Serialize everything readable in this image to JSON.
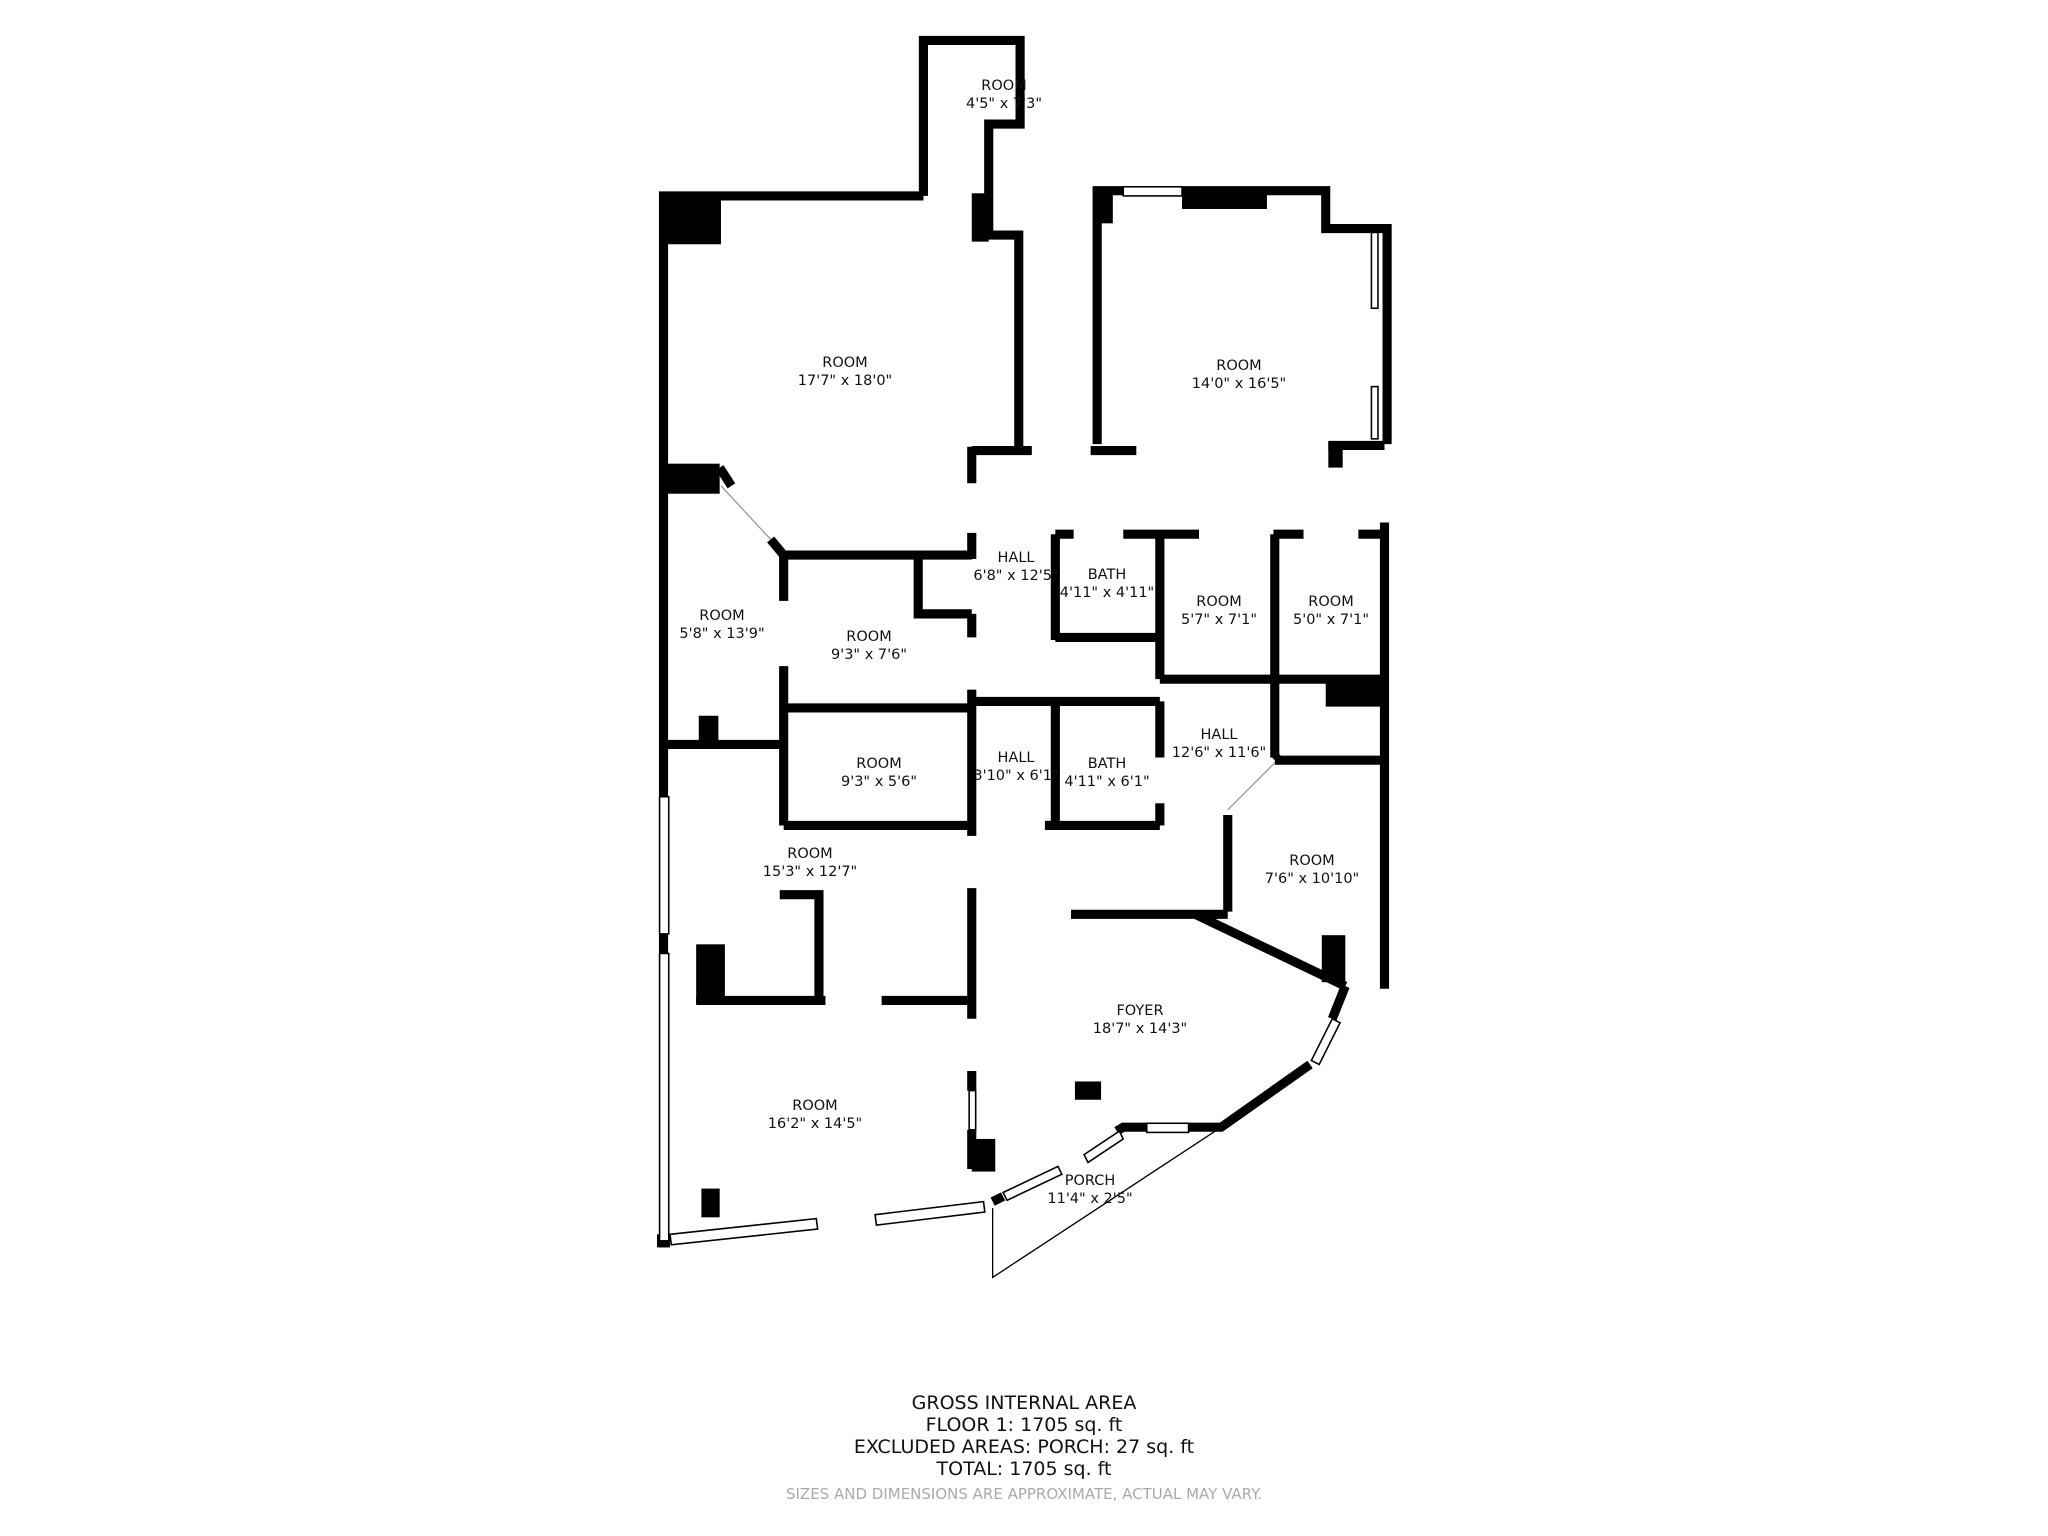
{
  "rooms": [
    {
      "name": "ROOM",
      "size": "4'5\" x 7'3\""
    },
    {
      "name": "ROOM",
      "size": "17'7\" x 18'0\""
    },
    {
      "name": "ROOM",
      "size": "14'0\" x 16'5\""
    },
    {
      "name": "HALL",
      "size": "6'8\" x 12'5\""
    },
    {
      "name": "BATH",
      "size": "4'11\" x 4'11\""
    },
    {
      "name": "ROOM",
      "size": "5'7\" x 7'1\""
    },
    {
      "name": "ROOM",
      "size": "5'0\" x 7'1\""
    },
    {
      "name": "ROOM",
      "size": "5'8\" x 13'9\""
    },
    {
      "name": "ROOM",
      "size": "9'3\" x 7'6\""
    },
    {
      "name": "ROOM",
      "size": "9'3\" x 5'6\""
    },
    {
      "name": "HALL",
      "size": "3'10\" x 6'1\""
    },
    {
      "name": "BATH",
      "size": "4'11\" x 6'1\""
    },
    {
      "name": "HALL",
      "size": "12'6\" x 11'6\""
    },
    {
      "name": "ROOM",
      "size": "15'3\" x 12'7\""
    },
    {
      "name": "ROOM",
      "size": "7'6\" x 10'10\""
    },
    {
      "name": "FOYER",
      "size": "18'7\" x 14'3\""
    },
    {
      "name": "ROOM",
      "size": "16'2\" x 14'5\""
    },
    {
      "name": "PORCH",
      "size": "11'4\" x 2'5\""
    }
  ],
  "summary": {
    "title": "GROSS INTERNAL AREA",
    "floor": "FLOOR 1: 1705 sq. ft",
    "excluded": "EXCLUDED AREAS: PORCH: 27 sq. ft",
    "total": "TOTAL: 1705 sq. ft",
    "note": "SIZES AND DIMENSIONS ARE APPROXIMATE, ACTUAL MAY VARY."
  },
  "colors": {
    "wall": "#000000",
    "window": "#ffffff",
    "note": "#aaaaaa"
  }
}
